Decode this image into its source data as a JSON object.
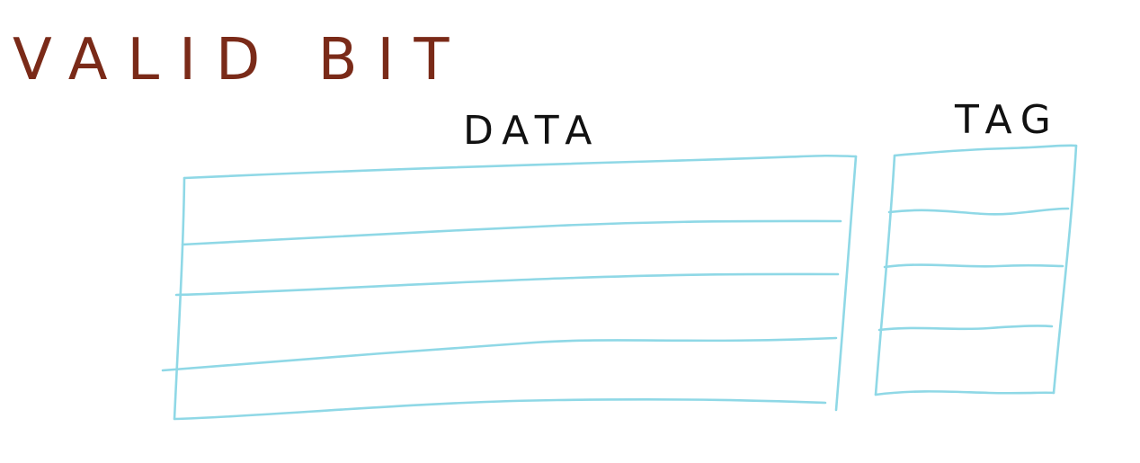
{
  "title": "VALID BIT",
  "data_label": "DATA",
  "tag_label": "TAG",
  "colors": {
    "title": "#7a2a18",
    "label": "#111111",
    "lines": "#8fd8e6",
    "background": "#ffffff"
  }
}
